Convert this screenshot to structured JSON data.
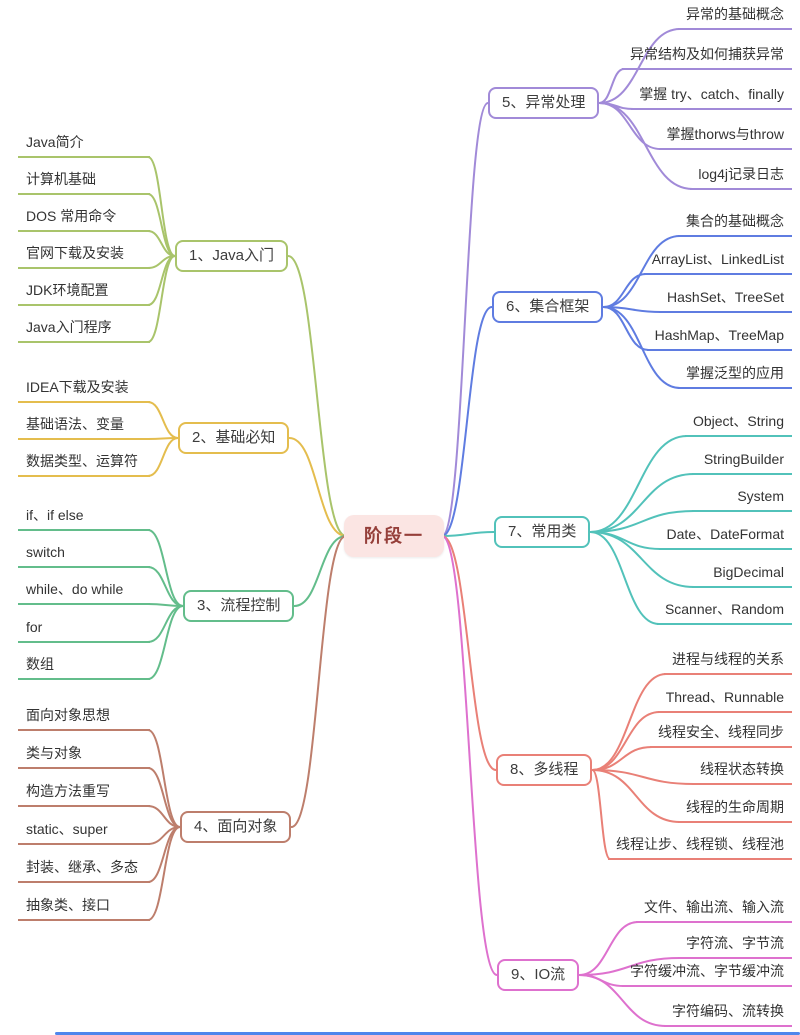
{
  "root": {
    "label": "阶段一",
    "bg": "#fbe5e3",
    "text_color": "#953f3a"
  },
  "branches": [
    {
      "label": "1、Java入门",
      "color": "#a9c46b",
      "side": "left",
      "children": [
        "Java简介",
        "计算机基础",
        "DOS 常用命令",
        "官网下载及安装",
        "JDK环境配置",
        "Java入门程序"
      ]
    },
    {
      "label": "2、基础必知",
      "color": "#e4bd4e",
      "side": "left",
      "children": [
        "IDEA下载及安装",
        "基础语法、变量",
        "数据类型、运算符"
      ]
    },
    {
      "label": "3、流程控制",
      "color": "#63bd8b",
      "side": "left",
      "children": [
        "if、if else",
        "switch",
        "while、do while",
        "for",
        "数组"
      ]
    },
    {
      "label": "4、面向对象",
      "color": "#bd7e6c",
      "side": "left",
      "children": [
        "面向对象思想",
        "类与对象",
        "构造方法重写",
        "static、super",
        "封装、继承、多态",
        "抽象类、接口"
      ]
    },
    {
      "label": "5、异常处理",
      "color": "#a18ad8",
      "side": "right",
      "children": [
        "异常的基础概念",
        "异常结构及如何捕获异常",
        "掌握 try、catch、finally",
        "掌握thorws与throw",
        "log4j记录日志"
      ]
    },
    {
      "label": "6、集合框架",
      "color": "#5f7ce1",
      "side": "right",
      "children": [
        "集合的基础概念",
        "ArrayList、LinkedList",
        "HashSet、TreeSet",
        "HashMap、TreeMap",
        "掌握泛型的应用"
      ]
    },
    {
      "label": "7、常用类",
      "color": "#52c2ba",
      "side": "right",
      "children": [
        "Object、String",
        "StringBuilder",
        "System",
        "Date、DateFormat",
        "BigDecimal",
        "Scanner、Random"
      ]
    },
    {
      "label": "8、多线程",
      "color": "#e98077",
      "side": "right",
      "children": [
        "进程与线程的关系",
        "Thread、Runnable",
        "线程安全、线程同步",
        "线程状态转换",
        "线程的生命周期",
        "线程让步、线程锁、线程池"
      ]
    },
    {
      "label": "9、IO流",
      "color": "#de71ce",
      "side": "right",
      "children": [
        "文件、输出流、输入流",
        "字符流、字节流",
        "字符缓冲流、字节缓冲流",
        "字符编码、流转换"
      ]
    }
  ]
}
